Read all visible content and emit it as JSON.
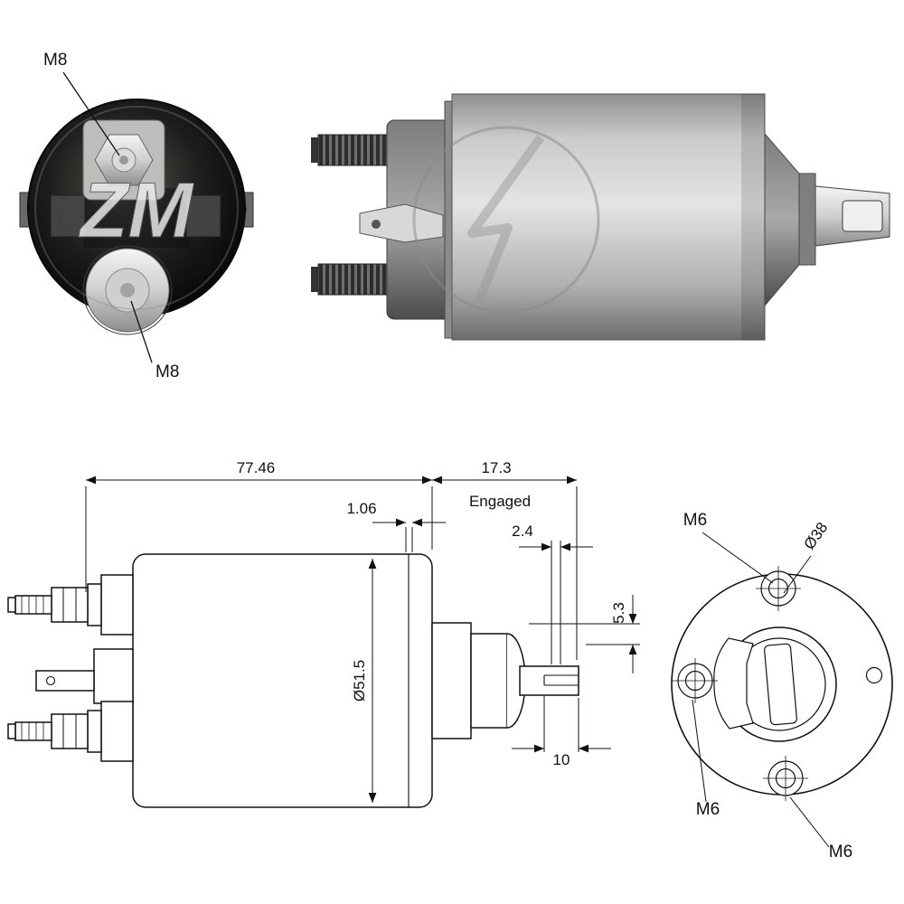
{
  "watermark": {
    "brand": "ZM"
  },
  "photo_rear": {
    "terminal_top_label": "M8",
    "terminal_bottom_label": "M8"
  },
  "drawing": {
    "overall_length": "77.46",
    "flange_thickness": "1.06",
    "engaged_length": "17.3",
    "engaged_label": "Engaged",
    "plunger_gap": "2.4",
    "fork_offset": "5.3",
    "body_diameter": "Ø51.5",
    "fork_slot_length": "10",
    "front": {
      "m6_top": "M6",
      "bolt_circle_diameter": "Ø38",
      "m6_left": "M6",
      "m6_bottom": "M6"
    }
  }
}
